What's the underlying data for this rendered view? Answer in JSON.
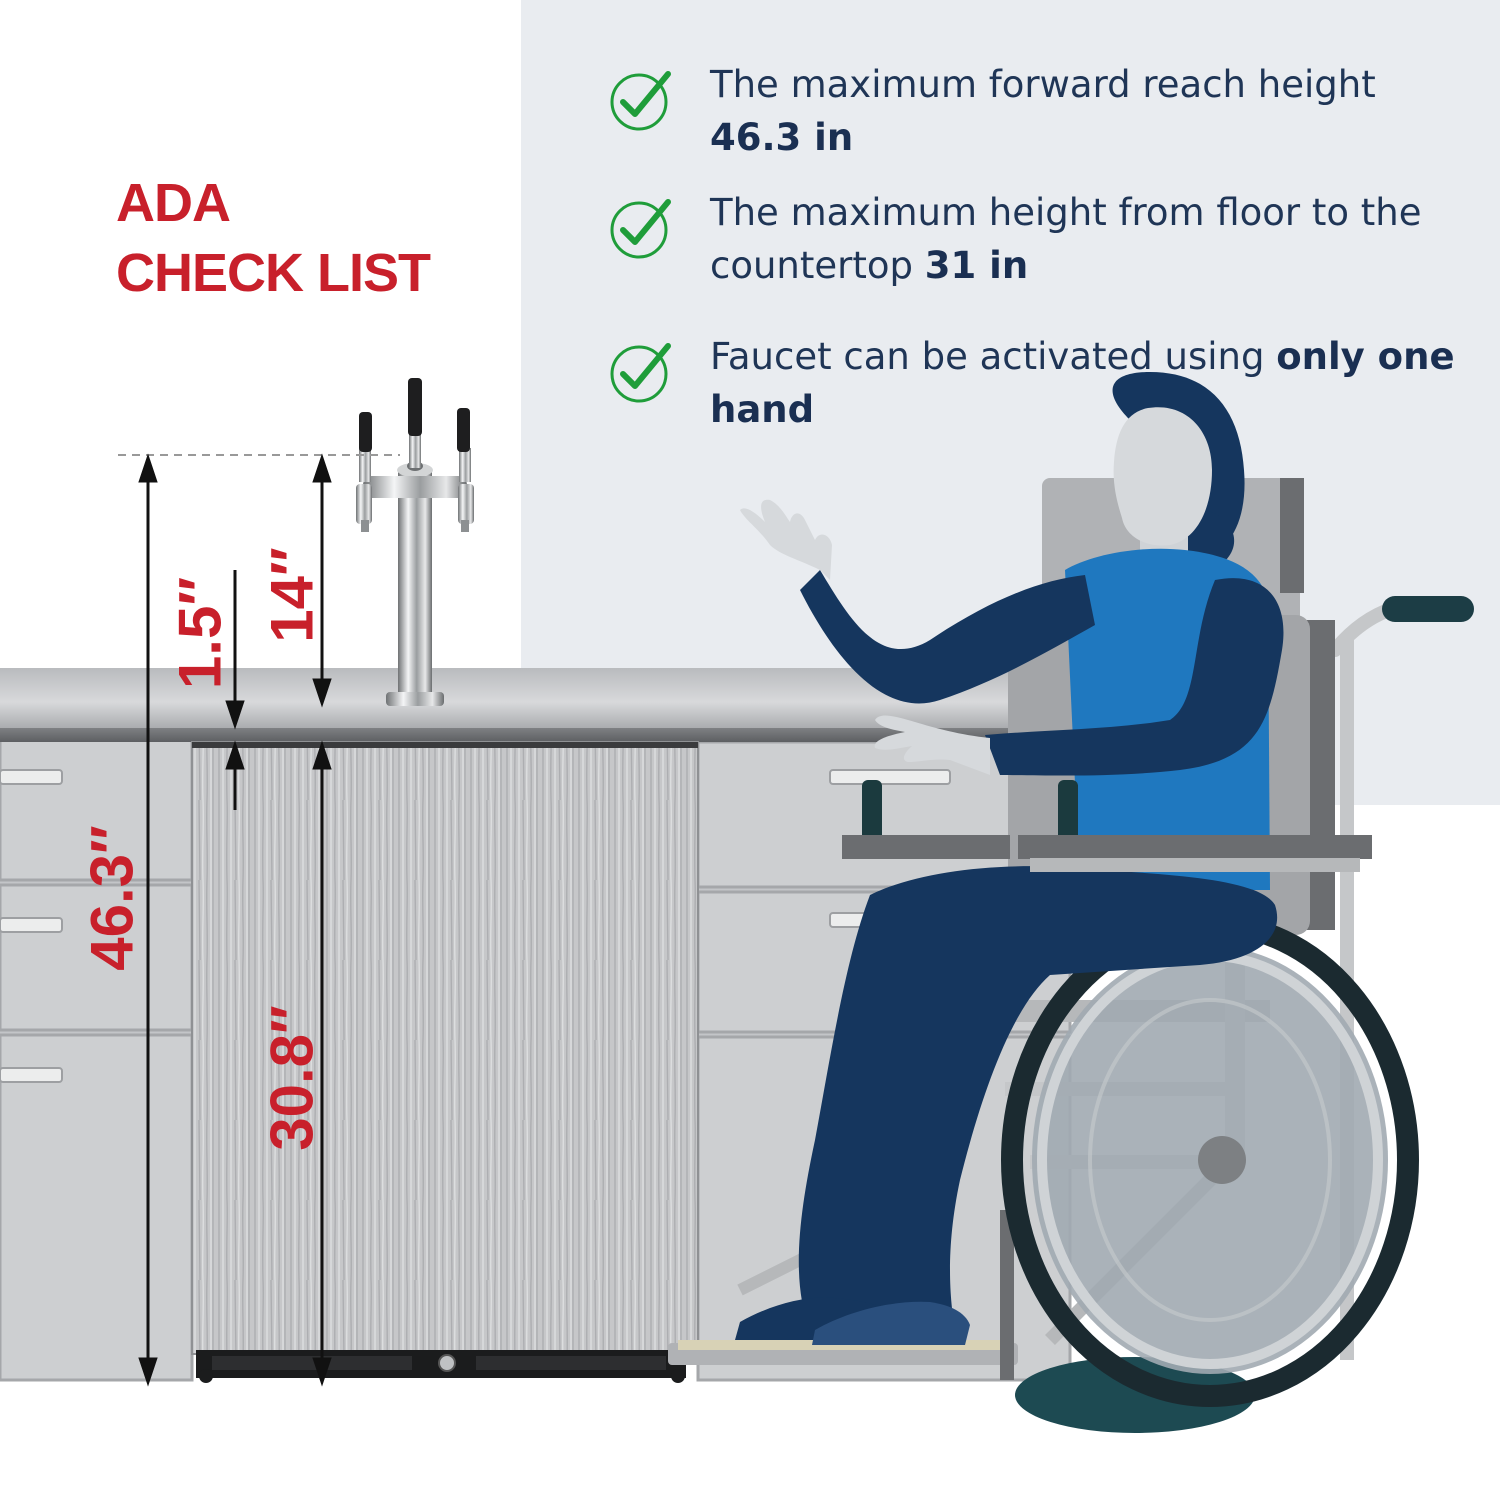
{
  "title": {
    "line1": "ADA",
    "line2": "CHECK LIST"
  },
  "checklist": [
    {
      "icon": "check-circle-icon",
      "text": "The maximum forward reach height ",
      "value": "46.3 in"
    },
    {
      "icon": "check-circle-icon",
      "text": "The maximum height from floor to the countertop ",
      "value": "31 in"
    },
    {
      "icon": "check-circle-icon",
      "text": "Faucet can be activated using ",
      "value": "only one hand"
    }
  ],
  "dimensions": {
    "total": "46.3″",
    "faucet_height": "14″",
    "countertop_thickness": "1.5″",
    "cabinet_height": "30.8″"
  },
  "colors": {
    "title": "#c8202b",
    "dimension_text": "#c8202b",
    "checklist_text": "#1f3556",
    "check_icon": "#1f9d3a",
    "panel_bg": "#e9ecf0",
    "shirt": "#1f78bf",
    "navy": "#15365e"
  }
}
